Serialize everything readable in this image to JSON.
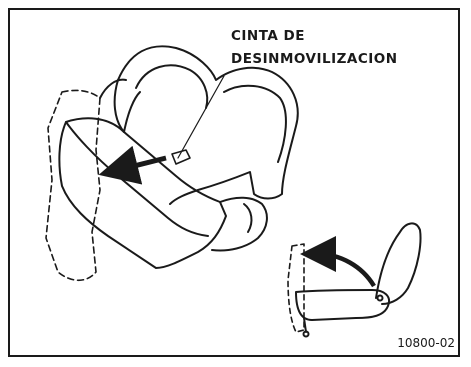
{
  "callout": {
    "line1": "CINTA DE",
    "line2": "DESINMOVILIZACION"
  },
  "figure_code": "10800-02"
}
